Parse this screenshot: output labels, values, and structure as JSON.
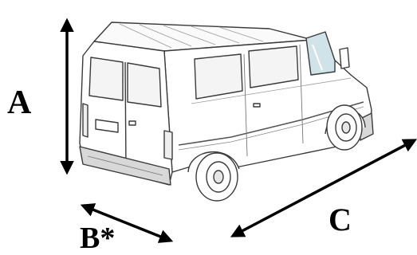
{
  "dimensions": {
    "height_label": "A",
    "width_label": "B*",
    "length_label": "C"
  },
  "colors": {
    "line": "#000000",
    "van_body": "#ffffff",
    "van_outline": "#3a3a3a",
    "window": "#f4f4f4",
    "glass_tint": "#cfe3e8",
    "bumper": "#d8d8d8"
  }
}
